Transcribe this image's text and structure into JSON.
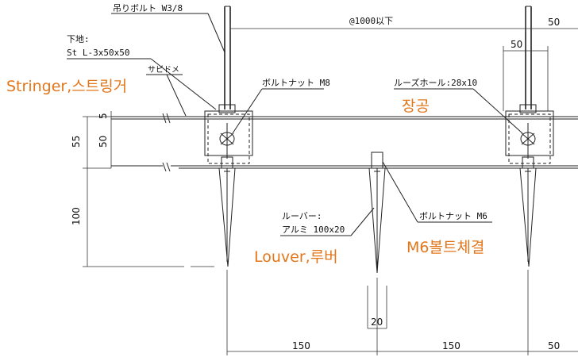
{
  "labels": {
    "hanger_bolt": "吊りボルト W3/8",
    "spacing": "@1000以下",
    "substrate_title": "下地:",
    "substrate_spec": "St L-3x50x50",
    "rust_proof": "サビドメ",
    "bolt_nut_m8": "ボルトナット M8",
    "loose_hole": "ルーズホール:28x10",
    "louver_title": "ルーバー:",
    "louver_spec": "アルミ 100x20",
    "bolt_nut_m6": "ボルトナット M6"
  },
  "annotations": {
    "stringer": "Stringer,스트링거",
    "slot": "장공",
    "louver": "Louver,루버",
    "m6_fastening": "M6볼트체결"
  },
  "dimensions": {
    "top_right": "50",
    "bracket_width": "50",
    "left_55": "55",
    "left_5": "5",
    "left_50": "50",
    "left_100": "100",
    "louver_thickness": "20",
    "bottom_150_a": "150",
    "bottom_150_b": "150",
    "bottom_50": "50"
  },
  "colors": {
    "annotation": "#e2761b",
    "line": "#222222"
  }
}
